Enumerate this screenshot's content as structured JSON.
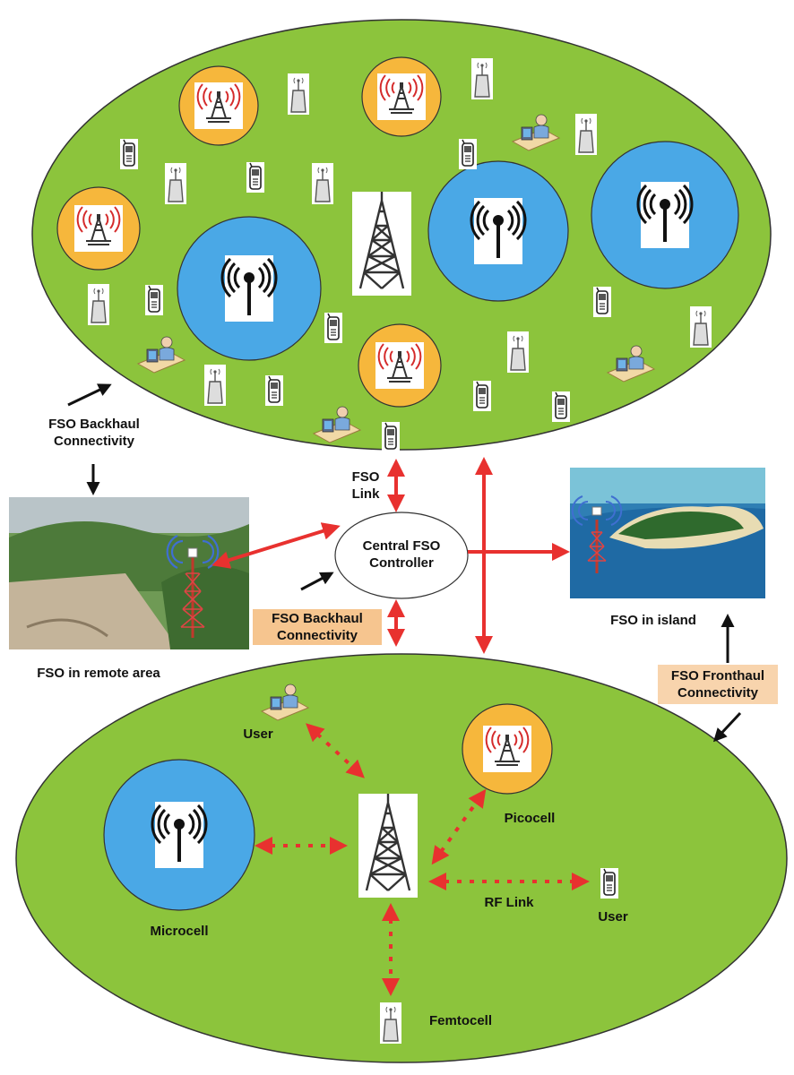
{
  "labels": {
    "fso_backhaul_top_1": "FSO Backhaul",
    "fso_backhaul_top_2": "Connectivity",
    "fso_link_1": "FSO",
    "fso_link_2": "Link",
    "central_controller_1": "Central FSO",
    "central_controller_2": "Controller",
    "fso_backhaul_mid_1": "FSO Backhaul",
    "fso_backhaul_mid_2": "Connectivity",
    "fso_remote_area": "FSO in remote area",
    "fso_island": "FSO in island",
    "fso_fronthaul_1": "FSO Fronthaul",
    "fso_fronthaul_2": "Connectivity",
    "user_top": "User",
    "picocell": "Picocell",
    "microcell": "Microcell",
    "rf_link": "RF Link",
    "user_right": "User",
    "femtocell": "Femtocell"
  },
  "colors": {
    "cluster_green": "#8cc43c",
    "microcell_blue": "#4aa8e6",
    "picocell_orange": "#f6b73c",
    "fso_arrow_red": "#e8312f",
    "label_highlight": "#f3b16a"
  }
}
